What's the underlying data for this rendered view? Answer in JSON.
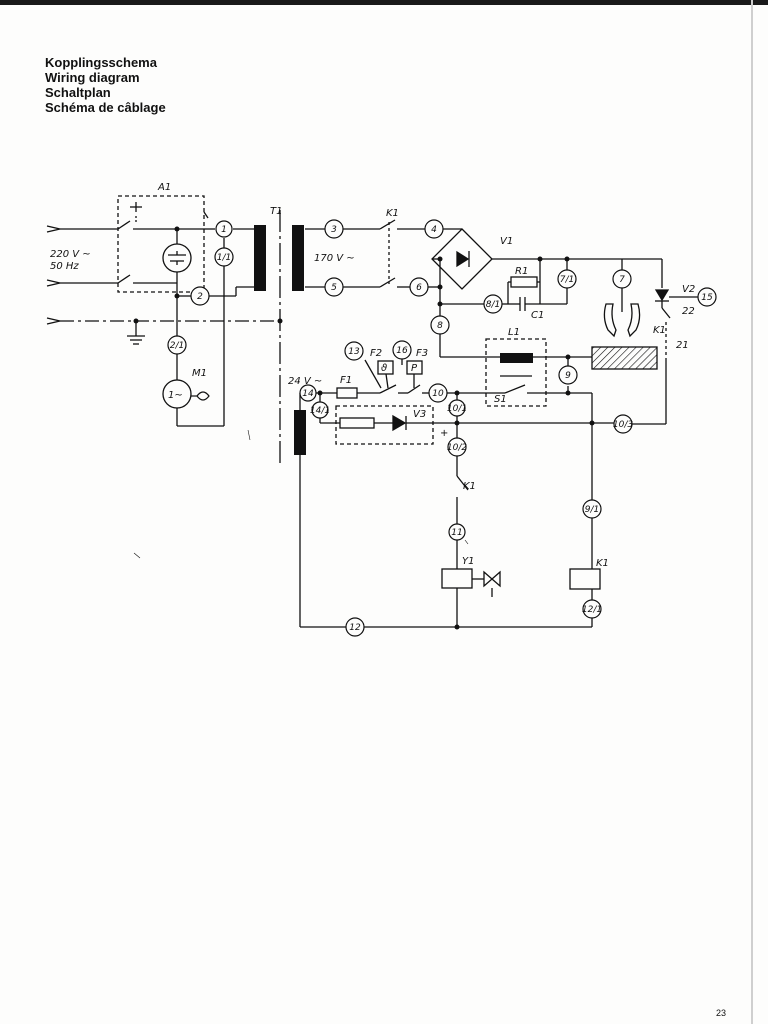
{
  "titles": [
    "Kopplingsschema",
    "Wiring diagram",
    "Schaltplan",
    "Schéma de câblage"
  ],
  "page_number": "23",
  "labels": {
    "a1": "A1",
    "t1": "T1",
    "k1_top": "K1",
    "v1": "V1",
    "r1": "R1",
    "c1": "C1",
    "v2": "V2",
    "k1_right": "K1",
    "l1": "L1",
    "s1": "S1",
    "f1": "F1",
    "f2": "F2",
    "f3": "F3",
    "v3": "V3",
    "k1_mid": "K1",
    "y1": "Y1",
    "k1_coil": "K1",
    "m1": "M1",
    "supply_voltage": "220 V ~",
    "supply_freq": "50 Hz",
    "sec_voltage": "170 V ~",
    "low_voltage": "24 V ~",
    "contact_22": "22",
    "contact_21": "21",
    "f2_box": "ϑ",
    "f3_box": "P",
    "motor": "1~"
  },
  "terminals": {
    "t1": "1",
    "t11": "1/1",
    "t2": "2",
    "t21": "2/1",
    "t3": "3",
    "t4": "4",
    "t5": "5",
    "t6": "6",
    "t7": "7",
    "t71": "7/1",
    "t81": "8/1",
    "t8": "8",
    "t9": "9",
    "t10": "10",
    "t101": "10/1",
    "t102": "10/2",
    "t103": "10/3",
    "t11n": "11",
    "t12": "12",
    "t121": "12/1",
    "t13": "13",
    "t14": "14",
    "t141": "14/1",
    "t15": "15",
    "t16": "16",
    "t91": "9/1"
  }
}
